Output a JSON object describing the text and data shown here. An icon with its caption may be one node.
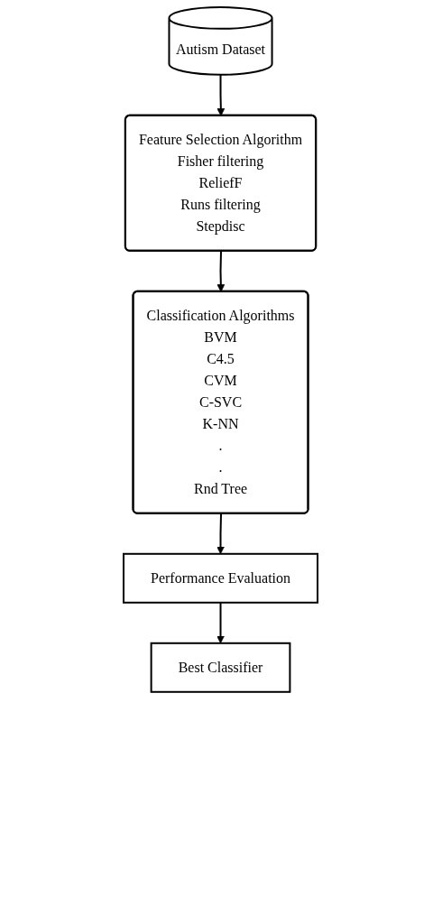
{
  "diagram": {
    "nodes": [
      {
        "text": [
          "Autism Dataset"
        ]
      },
      {
        "text": [
          "Feature Selection Algorithm",
          "Fisher filtering",
          "ReliefF",
          "Runs filtering",
          "Stepdisc"
        ]
      },
      {
        "text": [
          "Classification Algorithms",
          "BVM",
          "C4.5",
          "CVM",
          "C-SVC",
          "K-NN",
          ".",
          ".",
          "Rnd Tree"
        ]
      },
      {
        "text": [
          "Performance Evaluation"
        ]
      },
      {
        "text": [
          "Best Classifier"
        ]
      }
    ],
    "edges": [
      {
        "from": 0,
        "to": 1,
        "arrow": "to"
      },
      {
        "from": 1,
        "to": 2,
        "arrow": "to"
      },
      {
        "from": 2,
        "to": 3,
        "arrow": "to"
      },
      {
        "from": 3,
        "to": 4,
        "arrow": "to"
      }
    ]
  }
}
